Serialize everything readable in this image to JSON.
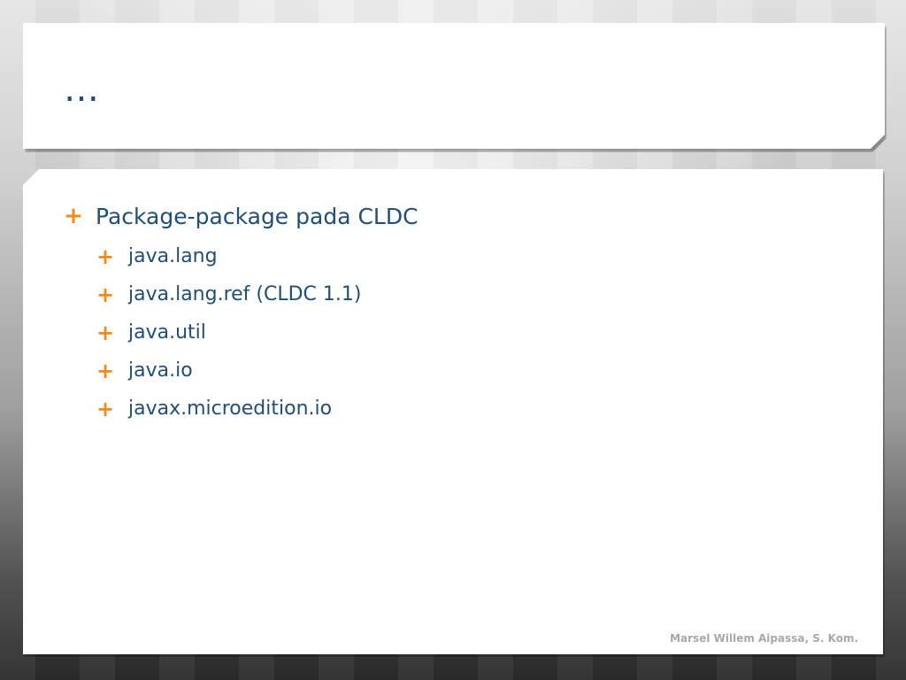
{
  "slide": {
    "title": "…",
    "bullets": {
      "main": "Package-package pada CLDC",
      "sub": [
        "java.lang",
        "java.lang.ref (CLDC 1.1)",
        "java.util",
        "java.io",
        "javax.microedition.io"
      ]
    },
    "footer": "Marsel Willem Aipassa, S. Kom."
  },
  "icons": {
    "bullet": "plus-icon"
  },
  "colors": {
    "title_text": "#1f4e79",
    "body_text": "#1f4e79",
    "bullet_accent": "#f28a1b",
    "footer_text": "#a8a8a8"
  }
}
